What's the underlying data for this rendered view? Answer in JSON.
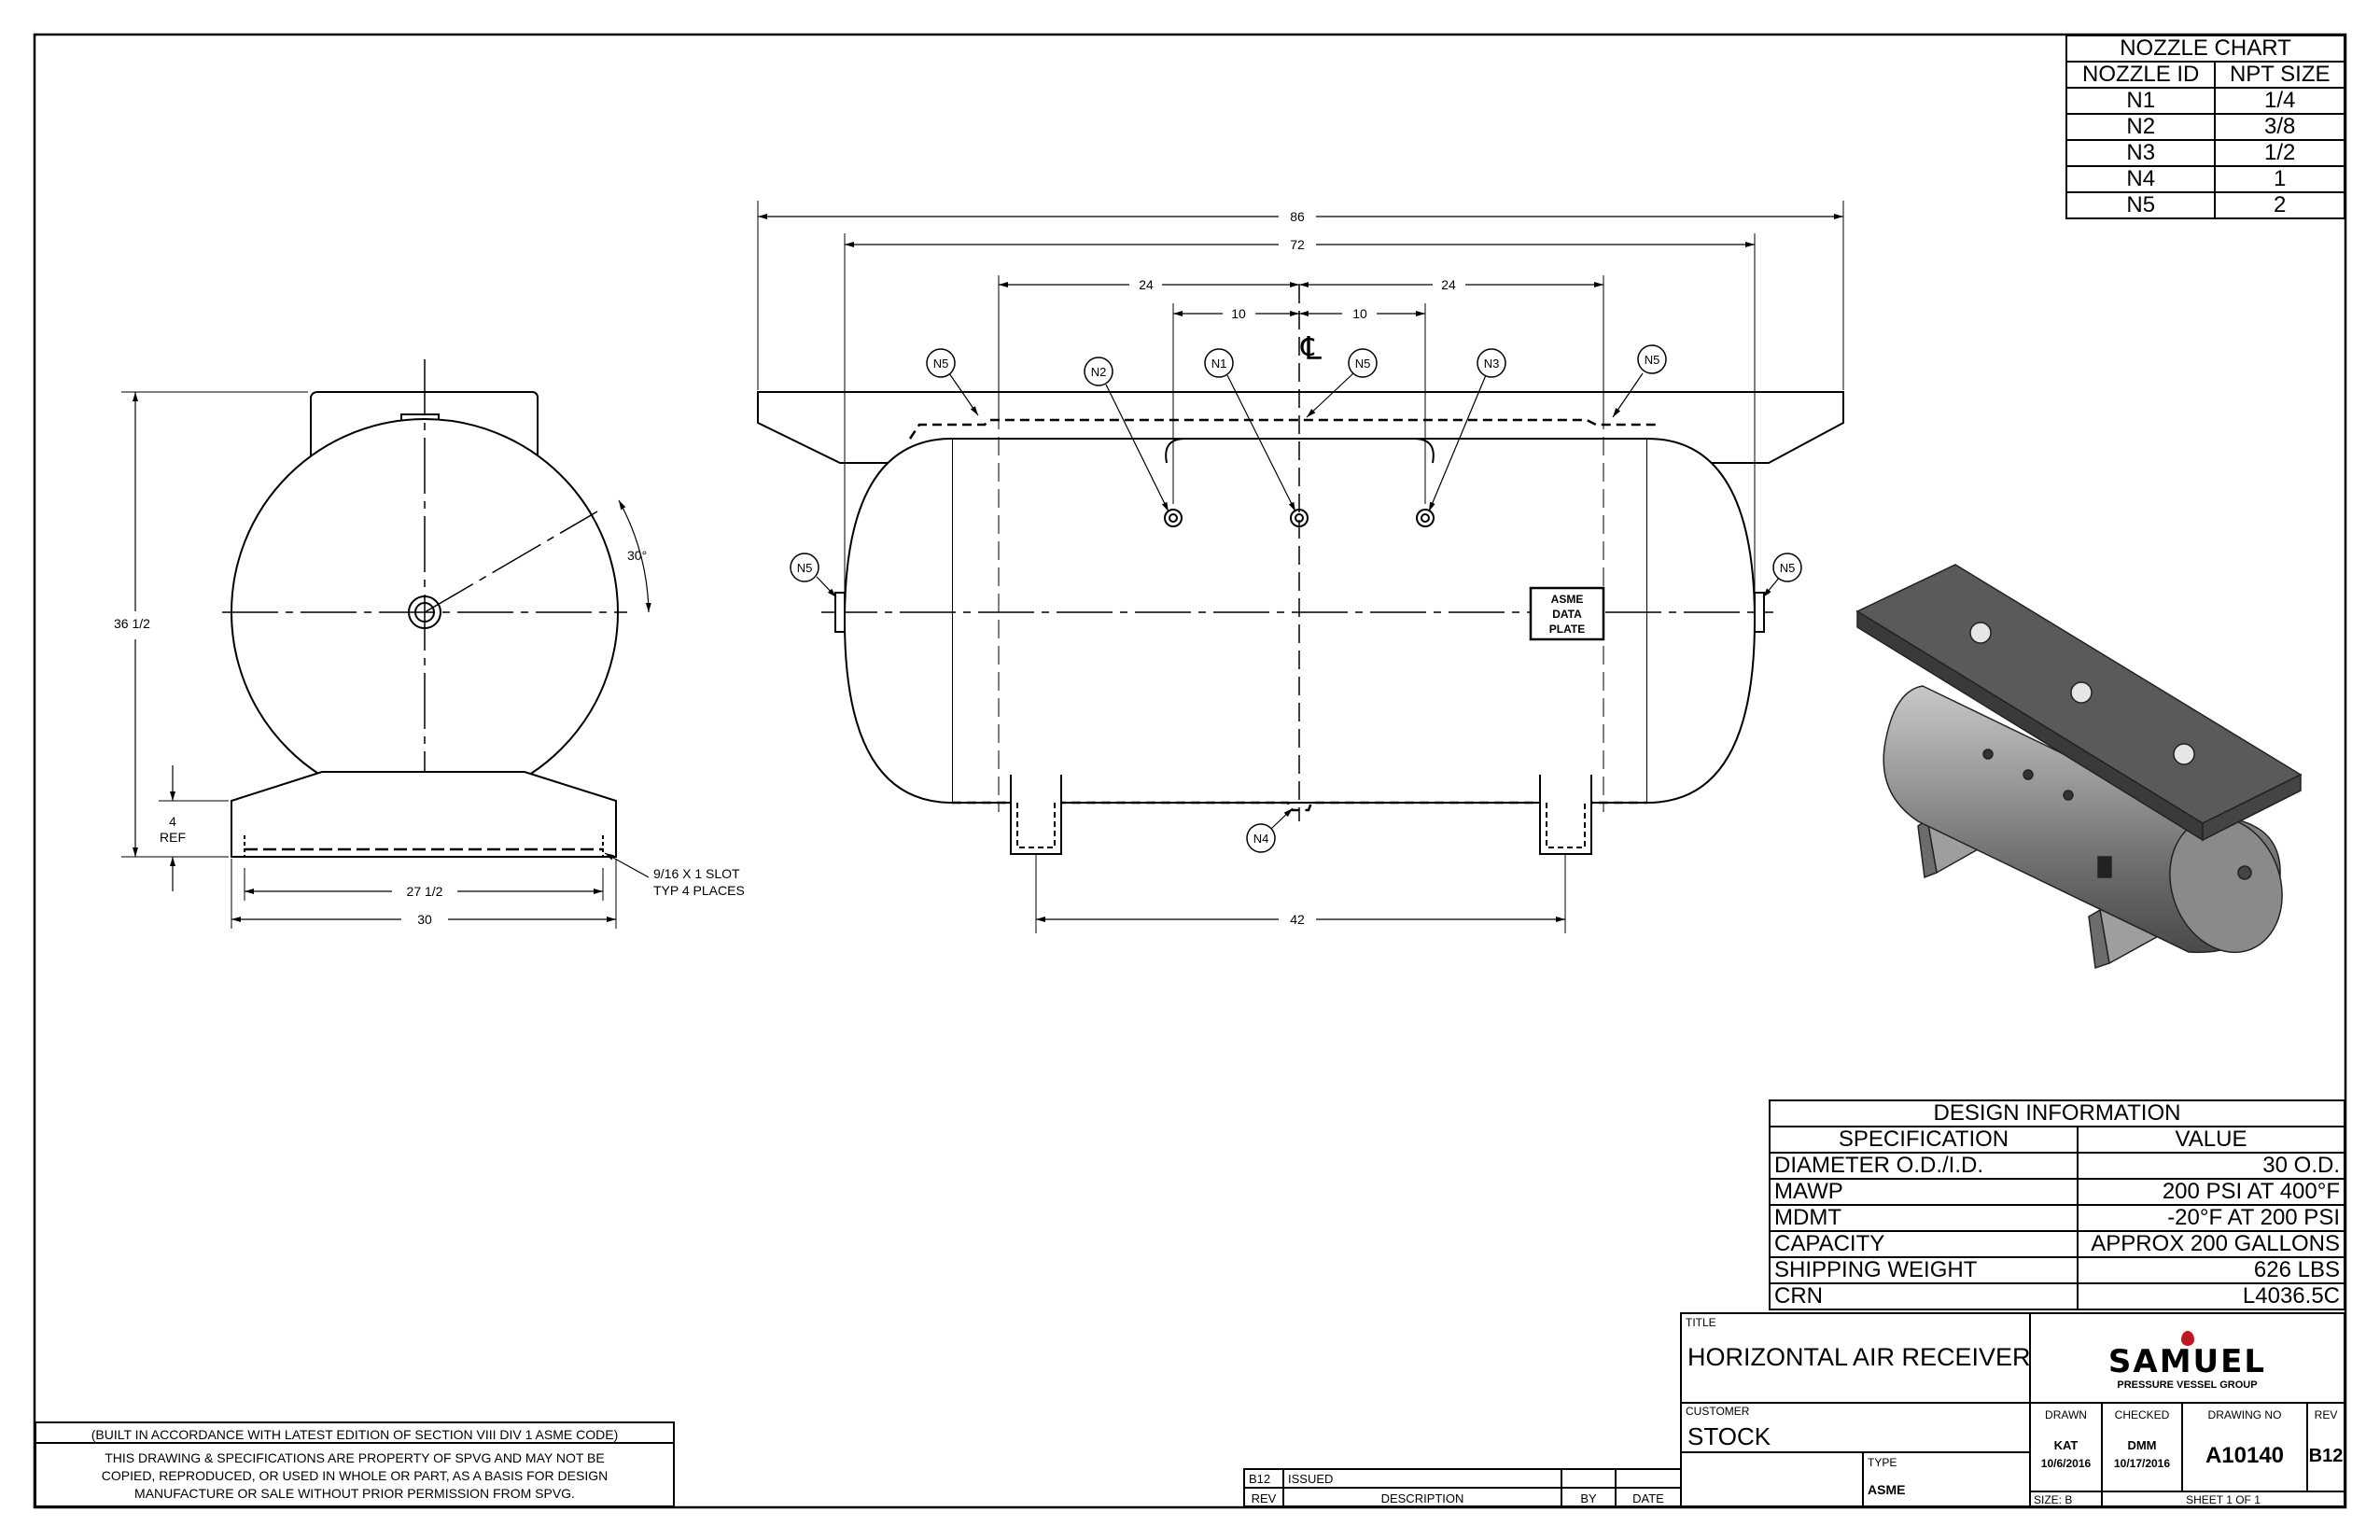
{
  "nozzle_chart": {
    "title": "NOZZLE CHART",
    "headers": [
      "NOZZLE ID",
      "NPT SIZE"
    ],
    "rows": [
      [
        "N1",
        "1/4"
      ],
      [
        "N2",
        "3/8"
      ],
      [
        "N3",
        "1/2"
      ],
      [
        "N4",
        "1"
      ],
      [
        "N5",
        "2"
      ]
    ]
  },
  "design_info": {
    "title": "DESIGN INFORMATION",
    "headers": [
      "SPECIFICATION",
      "VALUE"
    ],
    "rows": [
      [
        "DIAMETER O.D./I.D.",
        "30 O.D."
      ],
      [
        "MAWP",
        "200 PSI AT 400°F"
      ],
      [
        "MDMT",
        "-20°F AT 200 PSI"
      ],
      [
        "CAPACITY",
        "APPROX 200 GALLONS"
      ],
      [
        "SHIPPING WEIGHT",
        "626 LBS"
      ],
      [
        "CRN",
        "L4036.5C"
      ]
    ]
  },
  "title_block": {
    "title_label": "TITLE",
    "title": "HORIZONTAL AIR RECEIVER",
    "customer_label": "CUSTOMER",
    "customer": "STOCK",
    "type_label": "TYPE",
    "type": "ASME",
    "logo_name": "SAMUEL",
    "logo_sub": "PRESSURE VESSEL GROUP",
    "drawn_label": "DRAWN",
    "drawn_by": "KAT",
    "drawn_date": "10/6/2016",
    "checked_label": "CHECKED",
    "checked_by": "DMM",
    "checked_date": "10/17/2016",
    "drawing_no_label": "DRAWING NO",
    "drawing_no": "A10140",
    "rev_label": "REV",
    "rev": "B12",
    "size": "SIZE: B",
    "sheet": "SHEET 1  OF 1"
  },
  "revision_block": {
    "rev": "B12",
    "description": "ISSUED",
    "headers": [
      "REV",
      "DESCRIPTION",
      "BY",
      "DATE"
    ]
  },
  "notes": {
    "code_note": "(BUILT IN ACCORDANCE WITH LATEST EDITION OF SECTION VIII DIV 1 ASME CODE)",
    "property_lines": [
      "THIS DRAWING & SPECIFICATIONS ARE PROPERTY OF SPVG AND MAY NOT BE",
      "COPIED, REPRODUCED, OR USED IN WHOLE OR PART, AS A BASIS FOR DESIGN",
      "MANUFACTURE OR SALE WITHOUT PRIOR PERMISSION FROM SPVG."
    ]
  },
  "end_view": {
    "height": "36 1/2",
    "ref_top": "4",
    "ref_bottom": "REF",
    "angle": "30°",
    "slot_line1": "9/16 X 1 SLOT",
    "slot_line2": "TYP 4 PLACES",
    "slot_span": "27 1/2",
    "base_width": "30"
  },
  "side_view": {
    "overall": "86",
    "shell": "72",
    "left_24": "24",
    "right_24": "24",
    "left_10": "10",
    "right_10": "10",
    "centerline": "℄",
    "leg_span": "42",
    "plate_line1": "ASME",
    "plate_line2": "DATA",
    "plate_line3": "PLATE",
    "callouts": [
      "N5",
      "N2",
      "N1",
      "N5",
      "N3",
      "N5",
      "N5",
      "N5",
      "N4"
    ]
  }
}
